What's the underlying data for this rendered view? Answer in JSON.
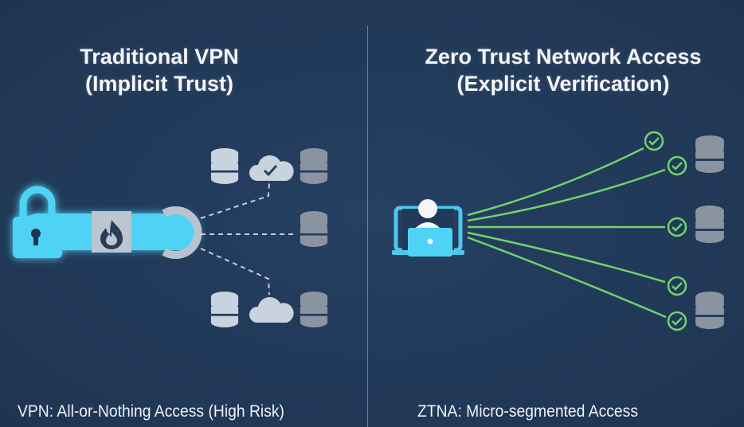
{
  "left_panel": {
    "title_line1": "Traditional VPN",
    "title_line2": "(Implicit Trust)",
    "caption": "VPN: All-or-Nothing Access (High Risk)",
    "icons": [
      "lock-icon",
      "firewall-fire-icon",
      "tunnel-ring-icon",
      "database-icon",
      "cloud-check-icon",
      "database-icon",
      "database-icon",
      "database-icon",
      "cloud-icon",
      "database-icon"
    ]
  },
  "right_panel": {
    "title_line1": "Zero Trust Network Access",
    "title_line2": "(Explicit Verification)",
    "caption": "ZTNA: Micro-segmented Access",
    "icons": [
      "user-laptop-icon",
      "check-circle-icon",
      "database-icon"
    ],
    "verified_connections": 5,
    "resources": 3
  },
  "colors": {
    "background": "#223a5a",
    "tunnel": "#4fd3f5",
    "verified_line": "#6fd46a",
    "server_light": "#c9d3de",
    "server_dim": "#8a94a1"
  }
}
